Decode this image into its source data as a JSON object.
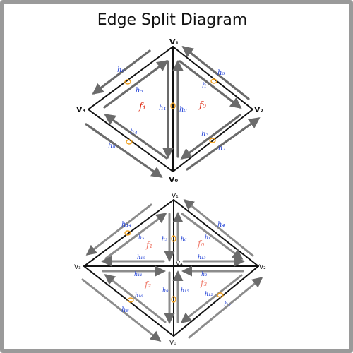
{
  "title": "Edge Split Diagram",
  "top": {
    "vertices": {
      "v0": "V₀",
      "v1": "V₁",
      "v2": "V₂",
      "v3": "V₃"
    },
    "faces": {
      "f0": "f₀",
      "f1": "f₁"
    },
    "halfedges": {
      "h0": "h₀",
      "h1": "h₁",
      "h2": "h",
      "h3": "h₃",
      "h4": "h₄",
      "h5": "h₅",
      "h6": "h₆",
      "h7": "h₇",
      "h8": "h₈",
      "h9": "h₉"
    }
  },
  "bottom": {
    "vertices": {
      "v0": "V₀",
      "v1": "V₁",
      "v2": "V₂",
      "v3": "V₃",
      "v4": "V₄"
    },
    "faces": {
      "f0": "f₀",
      "f1": "f₁",
      "f2": "f₂",
      "f3": "f₃"
    },
    "halfedges": {
      "h1": "h₁",
      "h2": "h₂",
      "h3": "h₃",
      "h4": "h₄",
      "h5": "h₅",
      "h6": "h₆",
      "h7": "h₇",
      "h8": "h₈",
      "h9": "h₉",
      "h10": "h₁₀",
      "h11": "h₁₁",
      "h12": "h₁₂",
      "h13": "h₁₃",
      "h14": "h₁₄",
      "h15": "h₁₅",
      "h16": "h₁₆"
    }
  }
}
